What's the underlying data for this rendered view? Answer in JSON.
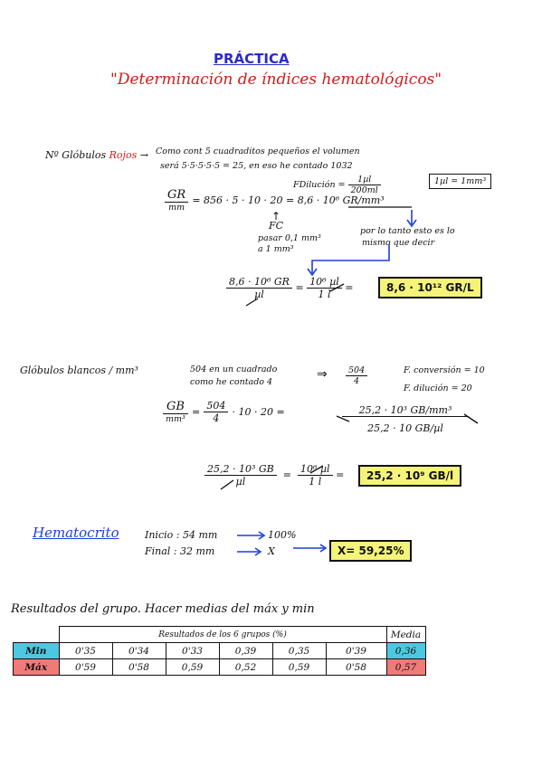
{
  "header": {
    "title": "PRÁCTICA",
    "subtitle": "\"Determinación de índices hematológicos\""
  },
  "red": {
    "label_prefix": "Nº Glóbulos",
    "label_red": "Rojos",
    "arrow": "→",
    "line1": "Como cont 5 cuadraditos pequeños el volumen",
    "line2": "será 5·5·5·5·5 = 25, en eso he contado 1032",
    "fdil_label": "FDilución =",
    "fdil_num": "1µl",
    "fdil_den": "200ml",
    "frac_num": "GR",
    "frac_den": "mm",
    "expr": "= 856 · 5 · 10 · 20 = 8,6 · 10⁶ GR/mm³",
    "conv_box": "1µl = 1mm³",
    "fc_label": "FC",
    "fc_note1": "pasar 0,1 mm³",
    "fc_note2": "a 1 mm³",
    "fc_note3": "por lo tanto esto es lo",
    "fc_note4": "mismo que decir",
    "res_num": "8,6 · 10⁶ GR",
    "res_den": "µl",
    "res_mid_num": "10⁶ µl",
    "res_mid_den": "1 l",
    "result": "8,6 · 10¹² GR/L"
  },
  "white": {
    "label": "Glóbulos blancos / mm³",
    "arrow": "⇒",
    "desc1": "504 en un cuadrado",
    "desc2": "como he contado 4",
    "q_num": "504",
    "q_den": "4",
    "fconv": "F. conversión = 10",
    "fdil": "F. dilución = 20",
    "gb_num": "GB",
    "gb_den": "mm³",
    "expr_num": "504",
    "expr_den": "4",
    "expr_rest": "· 10 · 20 =",
    "big_num": "25,2 · 10³ GB/mm³",
    "big_den": "25,2 · 10    GB/µl",
    "res_num": "25,2 · 10³ GB",
    "res_den": "µl",
    "res_mid_num": "10⁶ µl",
    "res_mid_den": "1 l",
    "result": "25,2 · 10⁹ GB/l"
  },
  "hematocrit": {
    "title": "Hematocrito",
    "inicio": "Inicio : 54 mm",
    "inicio_res": "100%",
    "final": "Final : 32 mm",
    "final_res": "X",
    "result": "X= 59,25%"
  },
  "group": {
    "title": "Resultados del grupo. Hacer medias del máx y min",
    "table_header": "Resultados de los 6 grupos (%)",
    "media_header": "Media",
    "rows": [
      {
        "label": "Min",
        "values": [
          "0'35",
          "0'34",
          "0'33",
          "0,39",
          "0,35",
          "0'39"
        ],
        "media": "0,36"
      },
      {
        "label": "Máx",
        "values": [
          "0'59",
          "0'58",
          "0,59",
          "0,52",
          "0,59",
          "0'58"
        ],
        "media": "0,57"
      }
    ]
  }
}
